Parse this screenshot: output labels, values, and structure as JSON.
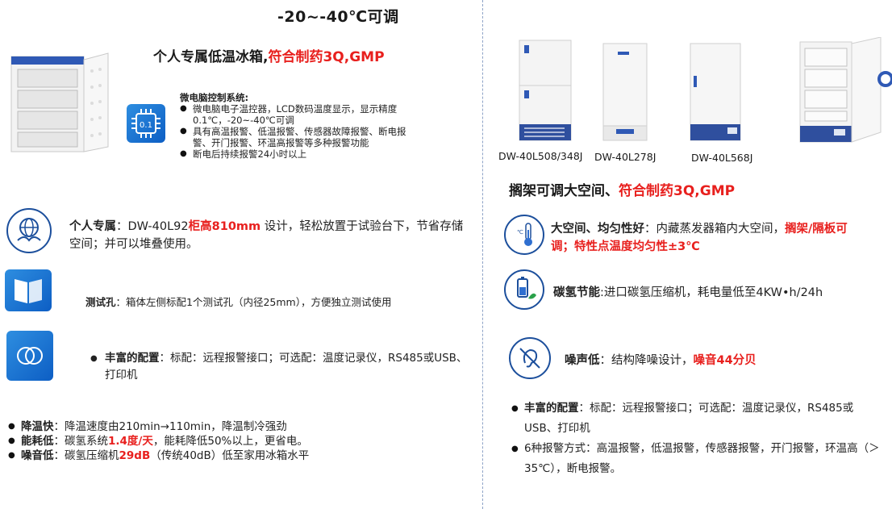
{
  "left": {
    "title_range": "-20~-40℃可调",
    "header_black": "个人专属低温冰箱,",
    "header_red": "符合制药3Q,GMP",
    "micro": {
      "title": "微电脑控制系统:",
      "items": [
        "微电脑电子温控器，LCD数码温度显示，显示精度0.1℃，-20~-40℃可调",
        "具有高温报警、低温报警、传感器故障报警、断电报警、开门报警、环温高报警等多种报警功能",
        "断电后持续报警24小时以上"
      ],
      "chip_label": "0.1"
    },
    "feature1": {
      "label": "个人专属",
      "text_a": "：DW-40L92",
      "red": "柜高810mm",
      "text_b": " 设计，轻松放置于试验台下，节省存储空间；并可以堆叠使用。"
    },
    "feature2": {
      "label": "测试孔",
      "text": "：箱体左侧标配1个测试孔（内径25mm），方便独立测试使用"
    },
    "feature3": {
      "label": "丰富的配置",
      "text": "：标配：远程报警接口；可选配：温度记录仪，RS485或USB、打印机"
    },
    "bottom": [
      {
        "label": "降温快",
        "text_a": "：降温速度由210min→110min，降温制冷强劲",
        "red": "",
        "text_b": ""
      },
      {
        "label": "能耗低",
        "text_a": "：碳氢系统",
        "red": "1.4度/天",
        "text_b": "，能耗降低50%以上，更省电。"
      },
      {
        "label": "噪音低",
        "text_a": "：碳氢压缩机",
        "red": "29dB",
        "text_b": "（传统40dB）低至家用冰箱水平"
      }
    ]
  },
  "right": {
    "models": [
      "DW-40L508/348J",
      "DW-40L278J",
      "DW-40L568J"
    ],
    "header_black": "搁架可调大空间、",
    "header_red": "符合制药3Q,GMP",
    "f1": {
      "label": "大空间、均匀性好",
      "text": "：内藏蒸发器箱内大空间，",
      "red": "搁架/隔板可调；特性点温度均匀性±3℃"
    },
    "f2": {
      "label": "碳氢节能",
      "text": ":进口碳氢压缩机，耗电量低至4KW•h/24h"
    },
    "f3": {
      "label": "噪声低",
      "text": "：结构降噪设计，",
      "red": "噪音44分贝"
    },
    "bullets": [
      {
        "label": "丰富的配置",
        "text": "：标配：远程报警接口；可选配：温度记录仪，RS485或USB、打印机"
      },
      {
        "label": "",
        "text": "6种报警方式：高温报警，低温报警，传感器报警，开门报警，环温高（＞35℃），断电报警。"
      }
    ]
  }
}
